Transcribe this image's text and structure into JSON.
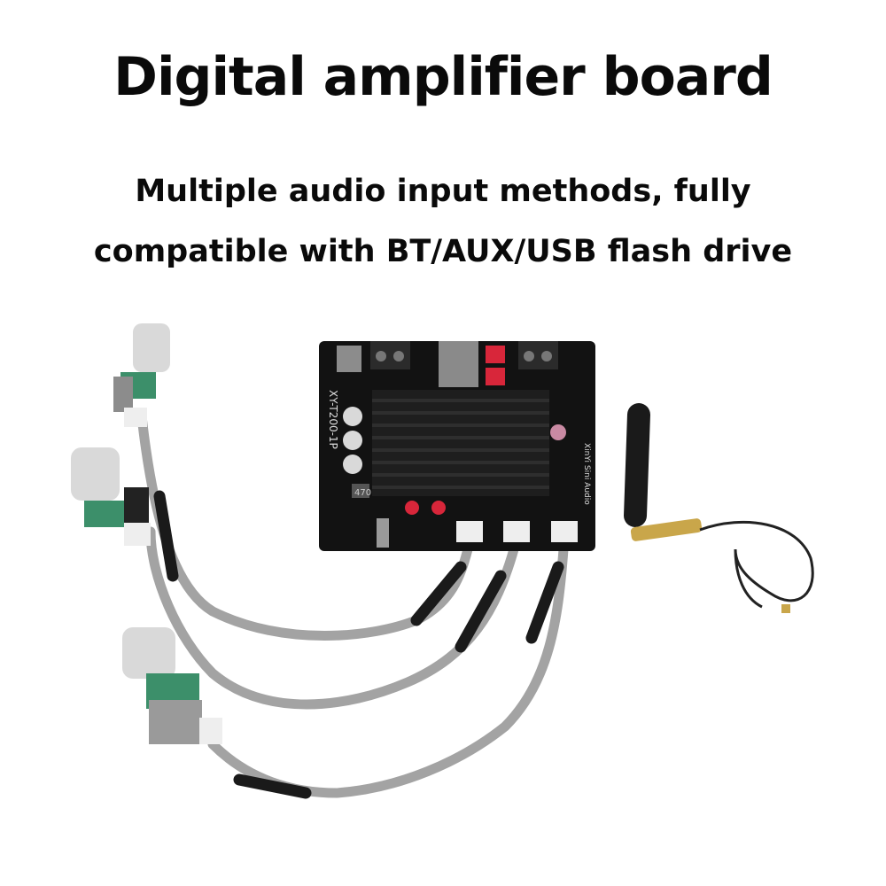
{
  "heading": {
    "title": "Digital amplifier board",
    "subtitle_line1": "Multiple audio input methods, fully",
    "subtitle_line2": "compatible with BT/AUX/USB flash drive"
  },
  "board": {
    "model_label": "XY-T200-1P",
    "brand_label": "XinYi Sini Audio",
    "inductor_label": "470"
  },
  "colors": {
    "pcb": "#121212",
    "heatsink": "#1e1e1e",
    "cable": "#a3a3a3",
    "knob": "#d9d9d9",
    "pot_pcb": "#3c8f6a",
    "antenna_gold": "#c9a64a",
    "terminal_red": "#d8263a"
  }
}
